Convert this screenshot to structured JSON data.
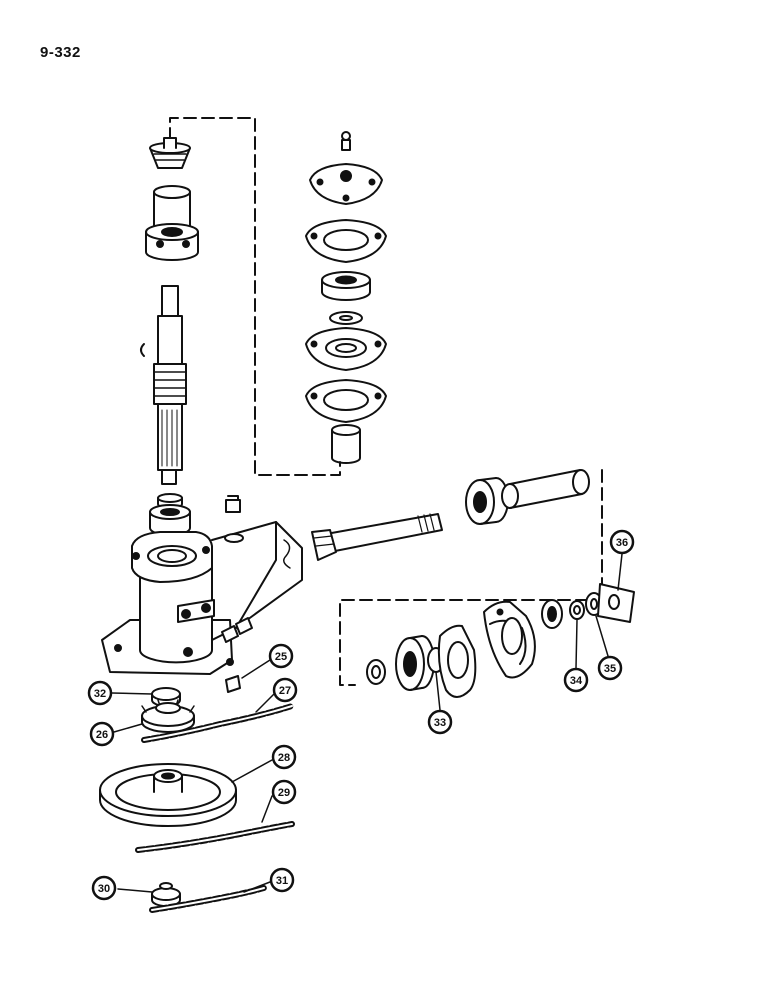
{
  "page": {
    "number": "9-332"
  },
  "callouts": [
    {
      "id": "c25",
      "label": "25"
    },
    {
      "id": "c26",
      "label": "26"
    },
    {
      "id": "c27",
      "label": "27"
    },
    {
      "id": "c28",
      "label": "28"
    },
    {
      "id": "c29",
      "label": "29"
    },
    {
      "id": "c30",
      "label": "30"
    },
    {
      "id": "c31",
      "label": "31"
    },
    {
      "id": "c32",
      "label": "32"
    },
    {
      "id": "c33",
      "label": "33"
    },
    {
      "id": "c34",
      "label": "34"
    },
    {
      "id": "c35",
      "label": "35"
    },
    {
      "id": "c36",
      "label": "36"
    }
  ]
}
